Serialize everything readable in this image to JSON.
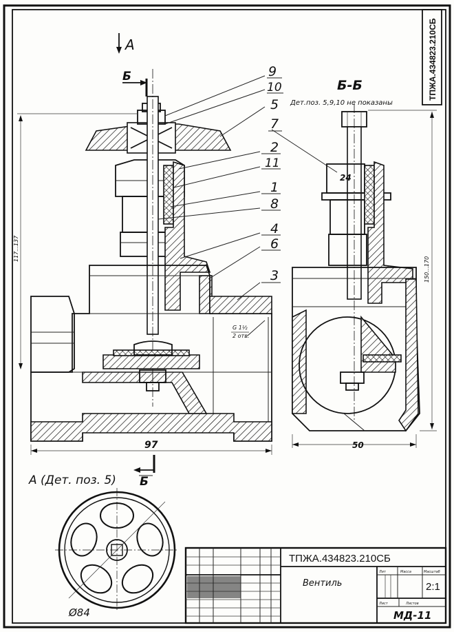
{
  "view_arrow_label": "A",
  "section_mark": "Б",
  "section_title": "Б-Б",
  "section_note": "Дет.поз. 5,9,10 не показаны",
  "stamp_side": "ТПЖА.434823.210СБ",
  "callouts": [
    "9",
    "10",
    "5",
    "7",
    "2",
    "11",
    "1",
    "8",
    "4",
    "6",
    "3"
  ],
  "dimensions": {
    "height_left": "117...137",
    "height_right": "150...170",
    "width_main": "97",
    "width_section": "50",
    "nut_size": "24",
    "wheel_diameter": "Ø84",
    "thread": "G 1½",
    "thread_note": "2 отв."
  },
  "view_a_label": "A (Дет. поз. 5)",
  "view_a_mark": "Б",
  "title_block": {
    "designation": "ТПЖА.434823.210СБ",
    "name": "Вентиль",
    "scale": "2:1",
    "code": "МД-11",
    "col_lit": "Лит",
    "col_mass": "Масса",
    "col_scale": "Масштаб",
    "col_sheet": "Лист",
    "col_sheets": "Листов"
  },
  "colors": {
    "ink": "#111111",
    "paper": "#fdfdfb"
  }
}
